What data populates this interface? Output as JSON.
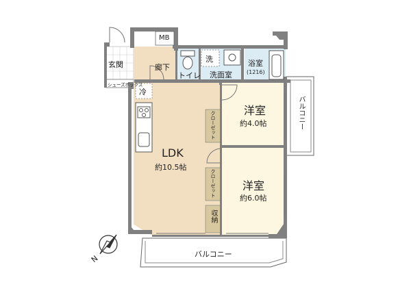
{
  "rooms": {
    "genkan": "玄関",
    "mb": "MB",
    "rouka": "廊下",
    "toilet": "トイレ",
    "washer": "洗",
    "senmenjo": "洗面室",
    "bath_name": "浴室",
    "bath_size": "(1216)",
    "shoebox": "シューズボックス",
    "fridge": "冷",
    "ldk_name": "LDK",
    "ldk_area": "約10.5帖",
    "room1_name": "洋室",
    "room1_area": "約4.0帖",
    "room2_name": "洋室",
    "room2_area": "約6.0帖",
    "closet1": "クローゼット",
    "closet2": "クローゼット",
    "storage": "収納",
    "balcony_side": "バルコニー",
    "balcony_bottom": "バルコニー"
  },
  "compass": {
    "label": "N"
  },
  "colors": {
    "wall": "#808080",
    "ldk_floor": "#f2dfc2",
    "room_floor": "#fdf6e0",
    "closet_floor": "#d8c8a0",
    "wet_floor": "#dcecf5",
    "plain_floor": "#ffffff",
    "line": "#555555"
  }
}
